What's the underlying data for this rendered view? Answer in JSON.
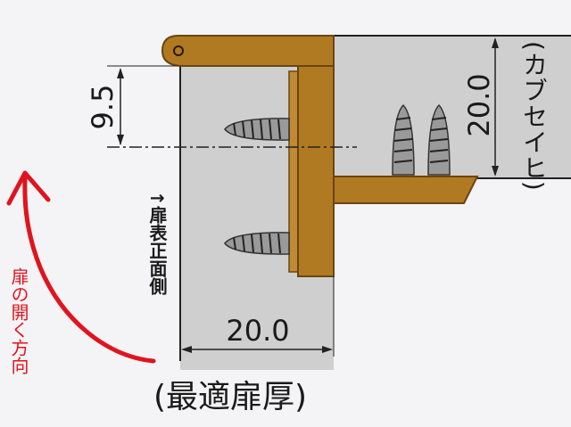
{
  "dimensions": {
    "offset": "9.5",
    "height": "20.0",
    "width": "20.0"
  },
  "labels": {
    "cabinet_side": "(カブセイヒ)",
    "door_face_side": "↑扉表正面側",
    "door_open_direction": "扉の開く方向",
    "optimal_door_thickness": "(最適扉厚)"
  },
  "colors": {
    "hinge": "#b07a22",
    "hinge_dark": "#6b4510",
    "panel": "#cfcfcf",
    "annotation_red": "#e0141e"
  }
}
